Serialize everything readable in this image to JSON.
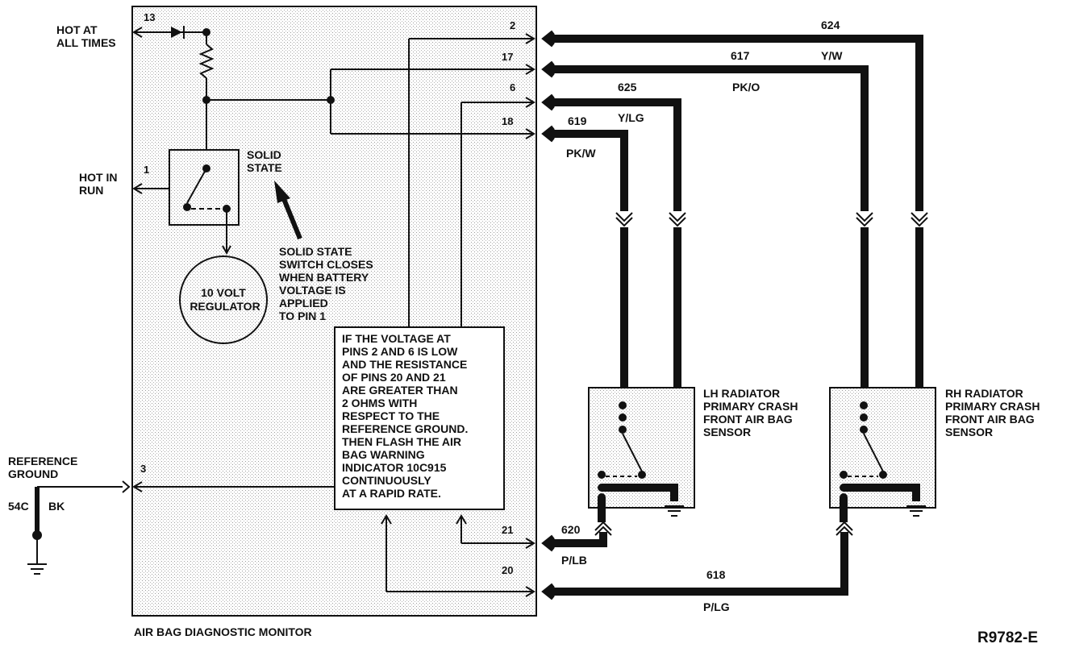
{
  "module": {
    "title": "AIR BAG DIAGNOSTIC MONITOR",
    "hot_at_all_times": [
      "HOT AT",
      "ALL TIMES"
    ],
    "hot_in_run": [
      "HOT IN",
      "RUN"
    ],
    "solid_state": [
      "SOLID",
      "STATE"
    ],
    "switch_note": [
      "SOLID STATE",
      "SWITCH CLOSES",
      "WHEN BATTERY",
      "VOLTAGE IS",
      "APPLIED",
      "TO PIN 1"
    ],
    "regulator": [
      "10 VOLT",
      "REGULATOR"
    ],
    "logic_note": [
      "IF THE VOLTAGE AT",
      "PINS 2 AND 6 IS LOW",
      "AND THE RESISTANCE",
      "OF PINS 20 AND 21",
      "ARE GREATER THAN",
      "2 OHMS WITH",
      "RESPECT TO THE",
      "REFERENCE GROUND.",
      "THEN FLASH THE AIR",
      "BAG WARNING",
      "INDICATOR 10C915",
      "CONTINUOUSLY",
      "AT A RAPID RATE."
    ],
    "pins": {
      "p13": "13",
      "p2": "2",
      "p17": "17",
      "p6": "6",
      "p18": "18",
      "p1": "1",
      "p3": "3",
      "p21": "21",
      "p20": "20"
    }
  },
  "ground": {
    "label": [
      "REFERENCE",
      "GROUND"
    ],
    "circuit": "54C",
    "color": "BK"
  },
  "wires": {
    "w624": {
      "circuit": "624"
    },
    "w617": {
      "circuit": "617",
      "color": "Y/W"
    },
    "w625": {
      "circuit": "625",
      "color": "PK/O"
    },
    "w619": {
      "circuit": "619",
      "color": "Y/LG"
    },
    "w619b": {
      "color": "PK/W"
    },
    "w620": {
      "circuit": "620",
      "color": "P/LB"
    },
    "w618": {
      "circuit": "618",
      "color": "P/LG"
    }
  },
  "sensors": {
    "lh": [
      "LH RADIATOR",
      "PRIMARY CRASH",
      "FRONT AIR BAG",
      "SENSOR"
    ],
    "rh": [
      "RH RADIATOR",
      "PRIMARY CRASH",
      "FRONT AIR BAG",
      "SENSOR"
    ]
  },
  "reference_code": "R9782-E"
}
